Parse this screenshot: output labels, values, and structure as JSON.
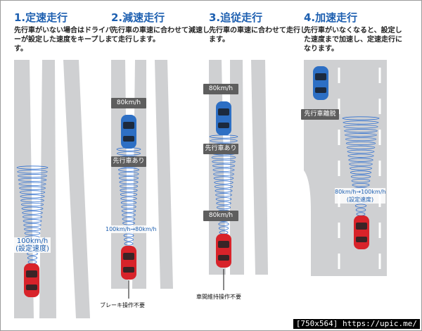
{
  "colors": {
    "title": "#1d5fb0",
    "road": "#cfd0d2",
    "blue_car": "#2d6fc4",
    "red_car": "#d8232a",
    "tag_bg": "#5e5e5e",
    "radar": "#2f6fcf"
  },
  "panels": [
    {
      "title": "1.定速走行",
      "desc": "先行車がいない場合はドライバーが設定した速度をキープします。",
      "speed_label": "100km/h\n(設定速度)"
    },
    {
      "title": "2.減速走行",
      "desc": "先行車の車速に合わせて減速して走行します。",
      "tag_top": "80km/h",
      "tag_mid": "先行車あり",
      "speed_label": "100km/h→80km/h",
      "note": "ブレーキ操作不要"
    },
    {
      "title": "3.追従走行",
      "desc": "先行車の車速に合わせて走行します。",
      "tag_top": "80km/h",
      "tag_mid": "先行車あり",
      "tag_bottom": "80km/h",
      "note": "車間維持操作不要"
    },
    {
      "title": "4.加速走行",
      "desc": "先行車がいなくなると、設定した速度まで加速し、定速走行になります。",
      "tag_mid": "先行車離脱",
      "speed_label": "80km/h→100km/h\n(設定速度)"
    }
  ],
  "watermark": "[750x564] https://upic.me/"
}
